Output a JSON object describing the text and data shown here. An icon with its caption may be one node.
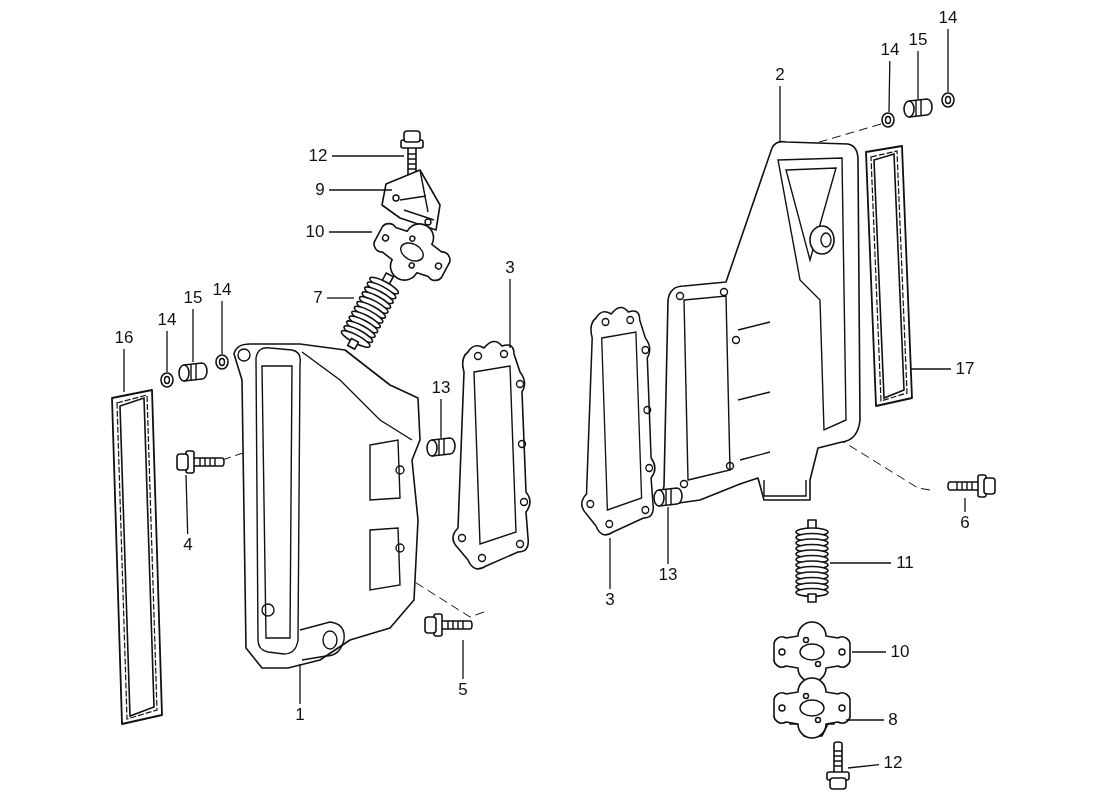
{
  "diagram": {
    "nodes": [
      {
        "text": [
          "14"
        ]
      },
      {
        "text": [
          "15"
        ]
      },
      {
        "text": [
          "14"
        ]
      },
      {
        "text": [
          "2"
        ]
      },
      {
        "text": [
          "12"
        ]
      },
      {
        "text": [
          "9"
        ]
      },
      {
        "text": [
          "10"
        ]
      },
      {
        "text": [
          "3"
        ]
      },
      {
        "text": [
          "14"
        ]
      },
      {
        "text": [
          "15"
        ]
      },
      {
        "text": [
          "7"
        ]
      },
      {
        "text": [
          "14"
        ]
      },
      {
        "text": [
          "16"
        ]
      },
      {
        "text": [
          "17"
        ]
      },
      {
        "text": [
          "13"
        ]
      },
      {
        "text": [
          "4"
        ]
      },
      {
        "text": [
          "6"
        ]
      },
      {
        "text": [
          "11"
        ]
      },
      {
        "text": [
          "13"
        ]
      },
      {
        "text": [
          "3"
        ]
      },
      {
        "text": [
          "10"
        ]
      },
      {
        "text": [
          "5"
        ]
      },
      {
        "text": [
          "1"
        ]
      },
      {
        "text": [
          "8"
        ]
      },
      {
        "text": [
          "12"
        ]
      },
      {
        "text": [],
        "shape": "picture"
      },
      {
        "text": [],
        "shape": "picture"
      },
      {
        "text": [],
        "shape": "picture"
      },
      {
        "text": [],
        "shape": "picture"
      },
      {
        "text": [],
        "shape": "picture"
      },
      {
        "text": [],
        "shape": "picture"
      },
      {
        "text": [],
        "shape": "picture"
      },
      {
        "text": [],
        "shape": "picture"
      },
      {
        "text": [],
        "shape": "picture"
      },
      {
        "text": [],
        "shape": "picture"
      },
      {
        "text": [],
        "shape": "picture"
      },
      {
        "text": [],
        "shape": "picture"
      },
      {
        "text": [],
        "shape": "picture"
      },
      {
        "text": [],
        "shape": "picture"
      },
      {
        "text": [],
        "shape": "picture"
      },
      {
        "text": [],
        "shape": "picture"
      },
      {
        "text": [],
        "shape": "picture"
      },
      {
        "text": [],
        "shape": "picture"
      },
      {
        "text": [],
        "shape": "picture"
      },
      {
        "text": [],
        "shape": "picture"
      },
      {
        "text": [],
        "shape": "picture"
      },
      {
        "text": [],
        "shape": "picture"
      },
      {
        "text": [],
        "shape": "picture"
      },
      {
        "text": [],
        "shape": "picture"
      },
      {
        "text": [],
        "shape": "picture"
      }
    ],
    "edges": [
      {
        "from": 0,
        "to": 25,
        "arrow": "none"
      },
      {
        "from": 1,
        "to": 26,
        "arrow": "none"
      },
      {
        "from": 2,
        "to": 27,
        "arrow": "none"
      },
      {
        "from": 3,
        "to": 28,
        "arrow": "none"
      },
      {
        "from": 4,
        "to": 29,
        "arrow": "none"
      },
      {
        "from": 5,
        "to": 30,
        "arrow": "none"
      },
      {
        "from": 6,
        "to": 31,
        "arrow": "none"
      },
      {
        "from": 7,
        "to": 32,
        "arrow": "none"
      },
      {
        "from": 8,
        "to": 33,
        "arrow": "none"
      },
      {
        "from": 9,
        "to": 34,
        "arrow": "none"
      },
      {
        "from": 10,
        "to": 35,
        "arrow": "none"
      },
      {
        "from": 11,
        "to": 36,
        "arrow": "none"
      },
      {
        "from": 12,
        "to": 37,
        "arrow": "none"
      },
      {
        "from": 13,
        "to": 38,
        "arrow": "none"
      },
      {
        "from": 14,
        "to": 39,
        "arrow": "none"
      },
      {
        "from": 15,
        "to": 40,
        "arrow": "none"
      },
      {
        "from": 16,
        "to": 41,
        "arrow": "none"
      },
      {
        "from": 17,
        "to": 42,
        "arrow": "none"
      },
      {
        "from": 18,
        "to": 43,
        "arrow": "none"
      },
      {
        "from": 19,
        "to": 44,
        "arrow": "none"
      },
      {
        "from": 20,
        "to": 45,
        "arrow": "none"
      },
      {
        "from": 21,
        "to": 46,
        "arrow": "none"
      },
      {
        "from": 22,
        "to": 47,
        "arrow": "none"
      },
      {
        "from": 23,
        "to": 48,
        "arrow": "none"
      },
      {
        "from": 24,
        "to": 49,
        "arrow": "none"
      },
      {
        "from": 40,
        "to": 47,
        "arrow": "none",
        "style": "dashed"
      },
      {
        "from": 46,
        "to": 47,
        "arrow": "none",
        "style": "dashed"
      },
      {
        "from": 41,
        "to": 28,
        "arrow": "none",
        "style": "dashed"
      },
      {
        "from": 27,
        "to": 28,
        "arrow": "none",
        "style": "dashed"
      }
    ]
  }
}
